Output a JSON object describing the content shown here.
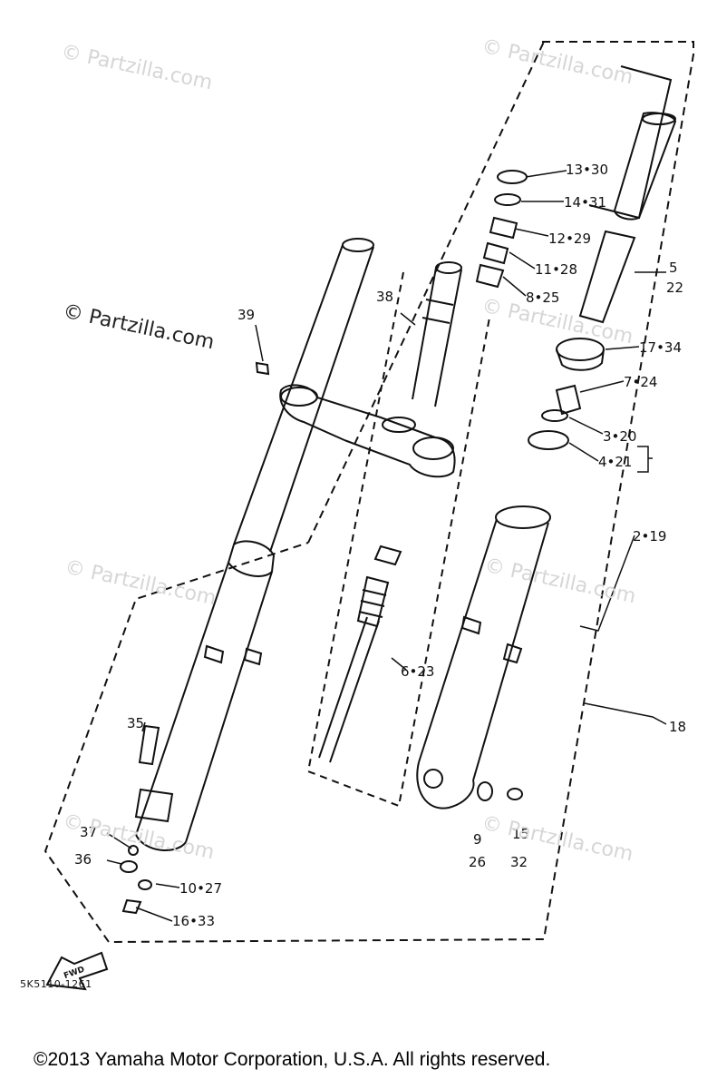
{
  "watermark": "© Partzilla.com",
  "diagram_code": "5K5110-1261",
  "copyright": "©2013  Yamaha Motor Corporation, U.S.A. All rights reserved.",
  "fwd_label": "FWD",
  "callouts": {
    "c13_30": "13•30",
    "c14_31": "14•31",
    "c12_29": "12•29",
    "c11_28": "11•28",
    "c8_25": "8•25",
    "c5": "5",
    "c22": "22",
    "c17_34": "17•34",
    "c7_24": "7•24",
    "c3_20": "3•20",
    "c4_21": "4•21",
    "c2_19": "2•19",
    "c38": "38",
    "c39": "39",
    "c6_23": "6•23",
    "c18": "18",
    "c35": "35",
    "c37": "37",
    "c36": "36",
    "c10_27": "10•27",
    "c16_33": "16•33",
    "c9": "9",
    "c26": "26",
    "c15": "15",
    "c32": "32"
  }
}
